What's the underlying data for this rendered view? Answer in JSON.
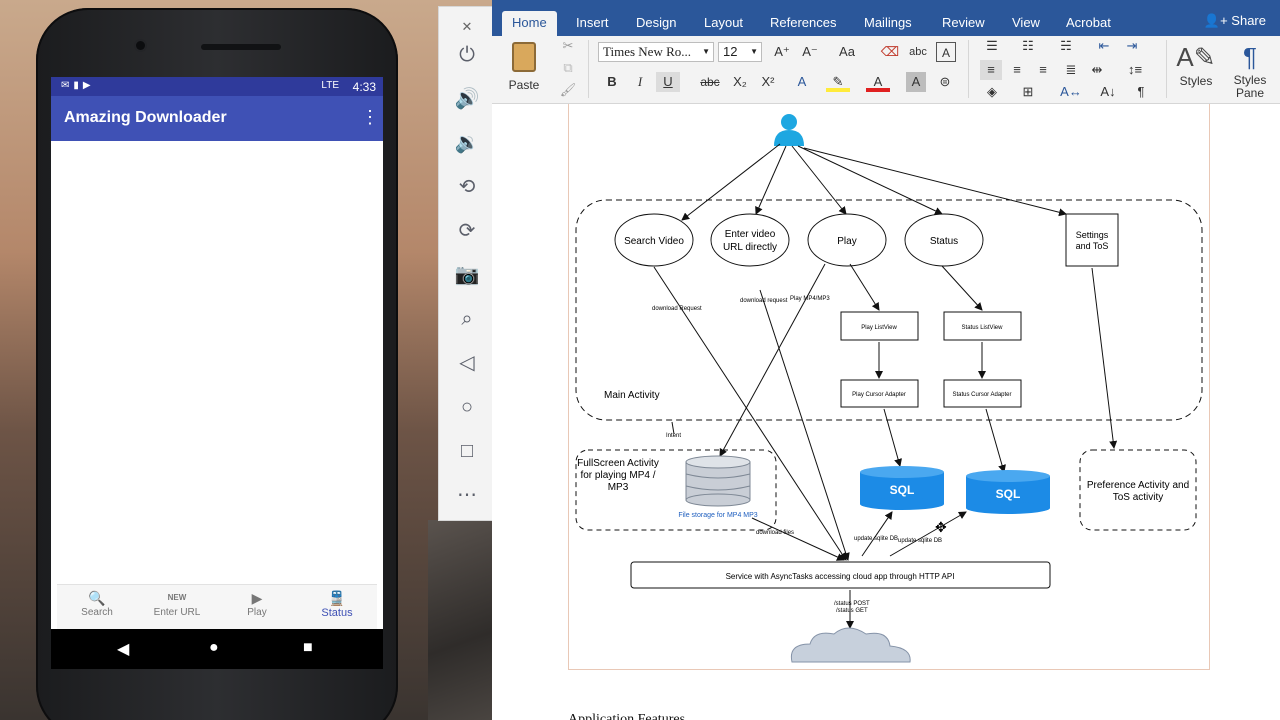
{
  "phone": {
    "status_time": "4:33",
    "status_signal": "LTE",
    "app_title": "Amazing Downloader",
    "overflow_icon": "⋮",
    "bottom_nav": [
      {
        "label": "Search",
        "icon": "search-icon",
        "glyph": "🔍",
        "active": false
      },
      {
        "label": "Enter URL",
        "icon": "new-badge-icon",
        "glyph": "NEW",
        "active": false
      },
      {
        "label": "Play",
        "icon": "play-icon",
        "glyph": "▶",
        "active": false
      },
      {
        "label": "Status",
        "icon": "train-icon",
        "glyph": "🚆",
        "active": true
      }
    ]
  },
  "word": {
    "tabs": [
      "Home",
      "Insert",
      "Design",
      "Layout",
      "References",
      "Mailings",
      "Review",
      "View",
      "Acrobat"
    ],
    "active_tab": "Home",
    "share_label": "Share",
    "font_name": "Times New Ro...",
    "font_size": "12",
    "paste_label": "Paste",
    "styles_label": "Styles",
    "styles_pane_label_1": "Styles",
    "styles_pane_label_2": "Pane",
    "footer_text": "Application Features"
  },
  "diagram": {
    "nodes": {
      "search_video": "Search Video",
      "enter_url_1": "Enter video",
      "enter_url_2": "URL directly",
      "play": "Play",
      "status": "Status",
      "settings_1": "Settings",
      "settings_2": "and ToS",
      "play_listview": "Play ListView",
      "status_listview": "Status ListView",
      "play_cursor_adapter": "Play Cursor Adapter",
      "status_cursor_adapter": "Status Cursor Adapter",
      "main_activity": "Main Activity",
      "fullscreen_1": "FullScreen Activity",
      "fullscreen_2": "for playing MP4 /",
      "fullscreen_3": "MP3",
      "file_storage": "File storage for MP4 MP3",
      "sql_1": "SQL",
      "sql_2": "SQL",
      "pref_1": "Preference Activity and",
      "pref_2": "ToS activity",
      "service": "Service with AsyncTasks accessing cloud app through HTTP API"
    },
    "edge_labels": {
      "download_request_1": "download Request",
      "download_request_2": "download request",
      "play_mp4": "Play MP4/MP3",
      "intent": "Intent",
      "download_files": "download files",
      "update_db_1": "update sqlite DB",
      "update_db_2": "update sqlite DB",
      "status_post": "/status POST",
      "status_get": "/status GET"
    }
  }
}
